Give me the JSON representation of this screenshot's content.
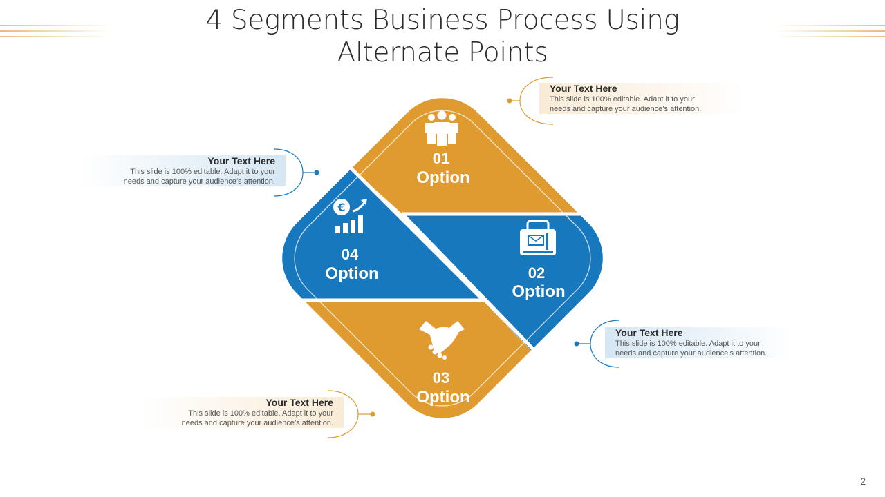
{
  "slide": {
    "title_line1": "4 Segments Business Process Using",
    "title_line2": "Alternate Points",
    "page_number": "2"
  },
  "colors": {
    "orange": "#E09B30",
    "blue": "#1878BE",
    "text": "#2b2b2b"
  },
  "segments": [
    {
      "number": "01",
      "label": "Option",
      "color": "orange",
      "icon": "people-group-icon"
    },
    {
      "number": "02",
      "label": "Option",
      "color": "blue",
      "icon": "briefcase-mail-icon"
    },
    {
      "number": "03",
      "label": "Option",
      "color": "orange",
      "icon": "handshake-icon"
    },
    {
      "number": "04",
      "label": "Option",
      "color": "blue",
      "icon": "euro-growth-chart-icon"
    }
  ],
  "callouts": [
    {
      "heading": "Your Text Here",
      "line1": "This slide is 100% editable. Adapt it to your",
      "line2": "needs and capture your audience’s attention."
    },
    {
      "heading": "Your Text Here",
      "line1": "This slide is 100% editable. Adapt it to your",
      "line2": "needs and capture your audience’s attention."
    },
    {
      "heading": "Your Text Here",
      "line1": "This slide is 100% editable. Adapt it to your",
      "line2": "needs and capture your audience’s attention."
    },
    {
      "heading": "Your Text Here",
      "line1": "This slide is 100% editable. Adapt it to your",
      "line2": "needs and capture your audience’s attention."
    }
  ]
}
